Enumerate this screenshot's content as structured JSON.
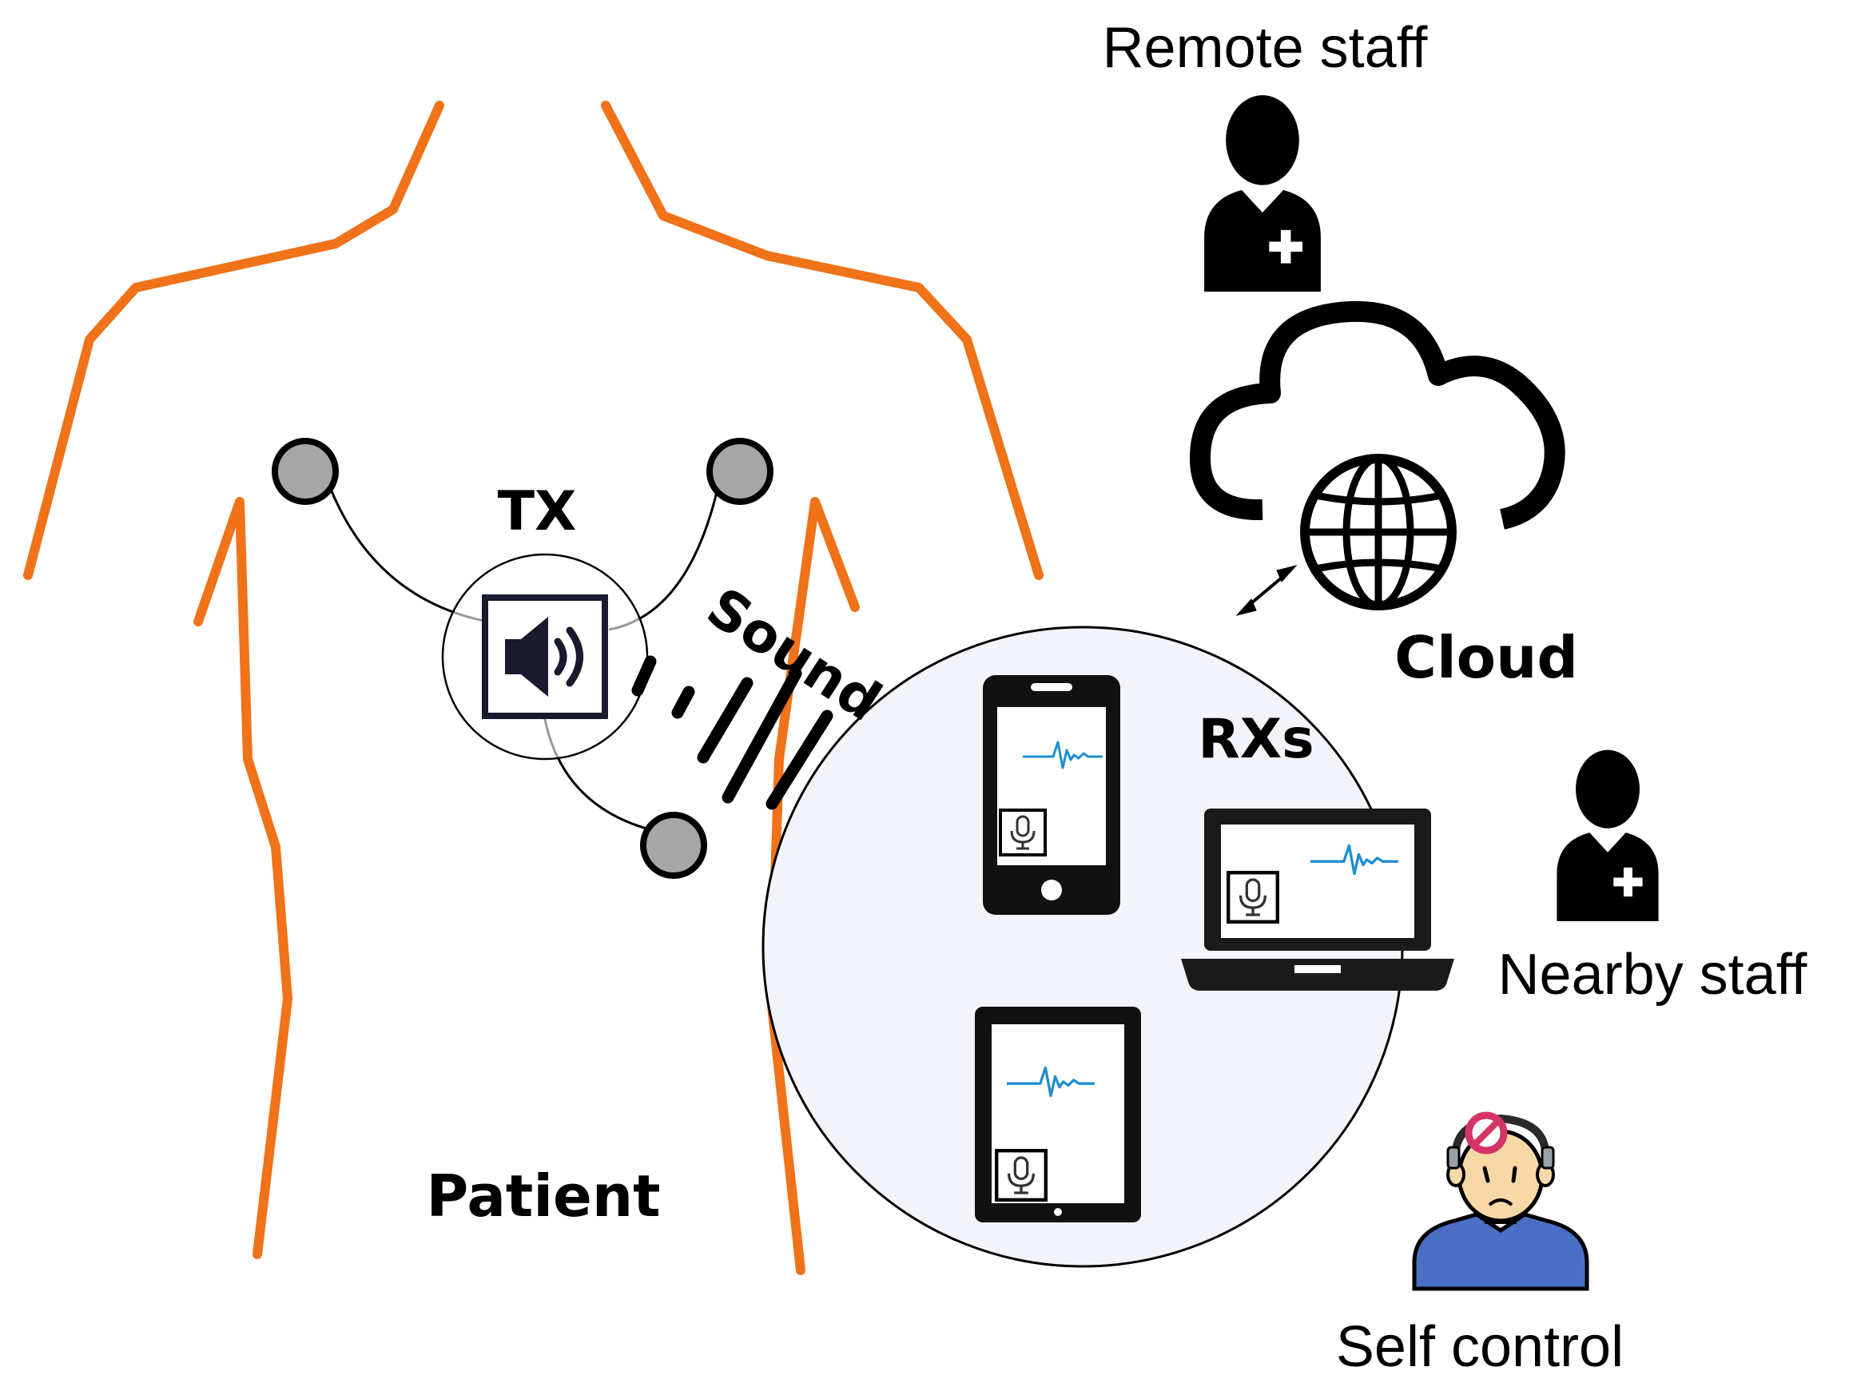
{
  "labels": {
    "remote_staff": "Remote staff",
    "tx": "TX",
    "sound": "Sound",
    "cloud": "Cloud",
    "rxs": "RXs",
    "nearby_staff": "Nearby staff",
    "patient": "Patient",
    "self_control": "Self control"
  },
  "colors": {
    "body_outline": "#f07219",
    "electrode_fill": "#a6a6a6",
    "ecg_trace": "#1f8fcf",
    "rx_zone_fill": "#f3f4fa",
    "icon_dark": "#000000",
    "self_control_shirt": "#4a6fc4",
    "self_control_skin": "#f7d9a8",
    "self_control_headset": "#d63466"
  },
  "icons": {
    "remote_staff": "medical-staff-icon",
    "cloud": "cloud-globe-icon",
    "speaker": "speaker-icon",
    "phone": "smartphone-icon",
    "laptop": "laptop-icon",
    "tablet": "tablet-icon",
    "nearby_staff": "medical-staff-icon",
    "self_control": "patient-self-control-icon"
  }
}
